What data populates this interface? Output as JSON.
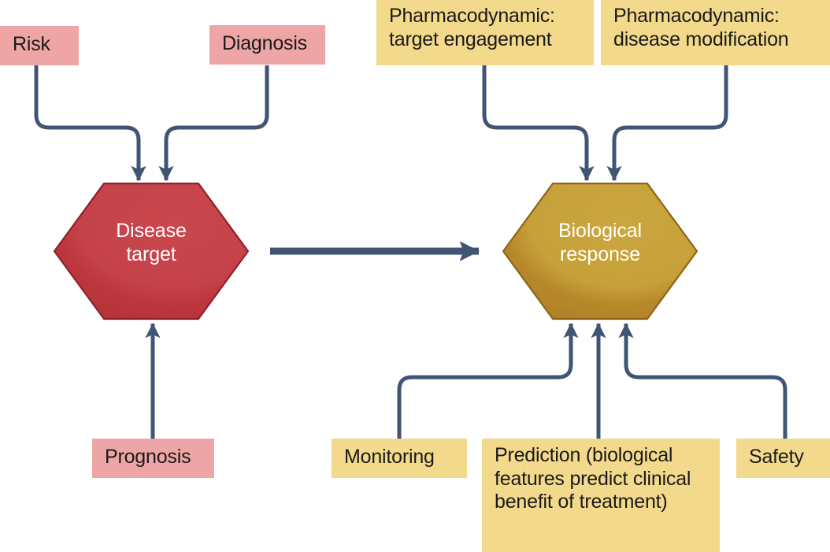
{
  "diagram": {
    "title": "Biomarker categories mapping to disease target and biological response",
    "colors": {
      "pink_box": "#eea5a5",
      "yellow_box": "#f2d98b",
      "red_hexagon": "#c0393f",
      "red_hexagon_light": "#c9474d",
      "gold_hexagon": "#b8892b",
      "gold_hexagon_light": "#c9a13a",
      "connector": "#3f5573",
      "node_text": "#1a1a1a",
      "hexagon_text": "#ffffff",
      "background": "#ffffff"
    },
    "hexagons": [
      {
        "id": "disease-target",
        "label": "Disease\ntarget",
        "line1": "Disease",
        "line2": "target",
        "fill": "#c0393f"
      },
      {
        "id": "biological-response",
        "label": "Biological\nresponse",
        "line1": "Biological",
        "line2": "response",
        "fill": "#b8892b"
      }
    ],
    "boxes": [
      {
        "id": "risk",
        "label": "Risk",
        "color": "pink",
        "target": "disease-target"
      },
      {
        "id": "diagnosis",
        "label": "Diagnosis",
        "color": "pink",
        "target": "disease-target"
      },
      {
        "id": "prognosis",
        "label": "Prognosis",
        "color": "pink",
        "target": "disease-target"
      },
      {
        "id": "pd-target-engagement",
        "label": "Pharmacodynamic: target engagement",
        "line1": "Pharmacodynamic:",
        "line2": "target engagement",
        "color": "yellow",
        "target": "biological-response"
      },
      {
        "id": "pd-disease-modification",
        "label": "Pharmacodynamic: disease modification",
        "line1": "Pharmacodynamic:",
        "line2": "disease modification",
        "color": "yellow",
        "target": "biological-response"
      },
      {
        "id": "monitoring",
        "label": "Monitoring",
        "color": "yellow",
        "target": "biological-response"
      },
      {
        "id": "prediction",
        "label": "Prediction (biological features predict clinical benefit of treatment)",
        "color": "yellow",
        "target": "biological-response"
      },
      {
        "id": "safety",
        "label": "Safety",
        "color": "yellow",
        "target": "biological-response"
      }
    ],
    "connections": [
      {
        "from": "risk",
        "to": "disease-target",
        "arrow": true
      },
      {
        "from": "diagnosis",
        "to": "disease-target",
        "arrow": true
      },
      {
        "from": "prognosis",
        "to": "disease-target",
        "arrow": true
      },
      {
        "from": "disease-target",
        "to": "biological-response",
        "arrow": true,
        "style": "thick-horizontal"
      },
      {
        "from": "pd-target-engagement",
        "to": "biological-response",
        "arrow": true
      },
      {
        "from": "pd-disease-modification",
        "to": "biological-response",
        "arrow": true
      },
      {
        "from": "monitoring",
        "to": "biological-response",
        "arrow": true
      },
      {
        "from": "prediction",
        "to": "biological-response",
        "arrow": true
      },
      {
        "from": "safety",
        "to": "biological-response",
        "arrow": true
      }
    ]
  }
}
